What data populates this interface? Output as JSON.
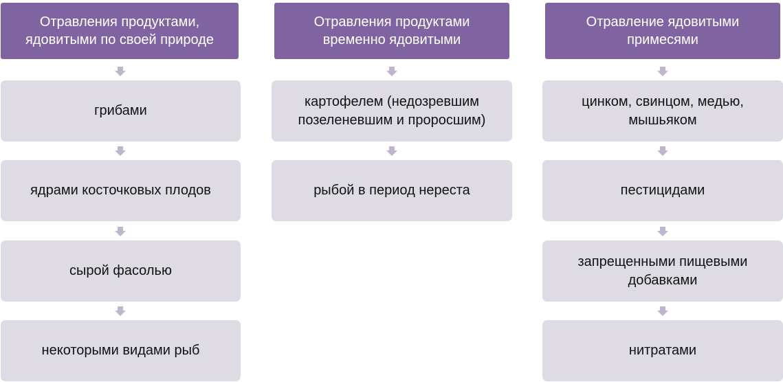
{
  "columns": [
    {
      "title": "Отравления продуктами,\nядовитыми по своей природе",
      "items": [
        "грибами",
        "ядрами косточковых плодов",
        "сырой фасолью",
        "некоторыми видами рыб"
      ]
    },
    {
      "title": "Отравления продуктами\nвременно ядовитыми",
      "items": [
        "картофелем (недозревшим\nпозеленевшим и проросшим)",
        "рыбой в период нереста"
      ]
    },
    {
      "title": "Отравление ядовитыми\nпримесями",
      "items": [
        "цинком, свинцом, медью,\nмышьяком",
        "пестицидами",
        "запрещенными пищевыми\nдобавками",
        "нитратами"
      ]
    }
  ],
  "colors": {
    "header_bg": "#8064a2",
    "header_text": "#ffffff",
    "item_bg": "#dedbe4",
    "arrow": "#bfb6cc"
  }
}
